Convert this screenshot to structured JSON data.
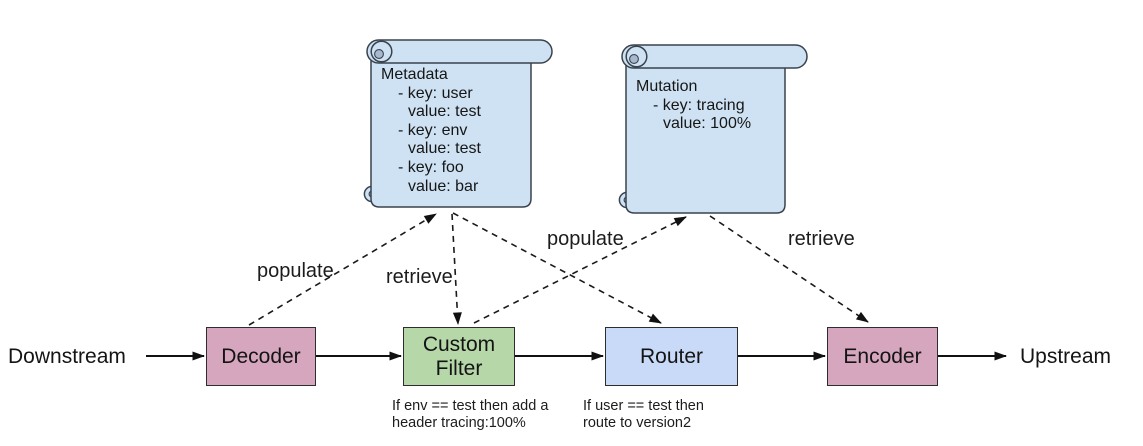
{
  "flow": {
    "downstream_label": "Downstream",
    "upstream_label": "Upstream",
    "nodes": [
      {
        "label": "Decoder",
        "color": "#d5a6bd"
      },
      {
        "label": "Custom Filter",
        "color": "#b6d7a8",
        "caption_lines": [
          "If env == test then add a",
          "header tracing:100%"
        ]
      },
      {
        "label": "Router",
        "color": "#c9daf8",
        "caption_lines": [
          "If user == test then",
          "route to version2"
        ]
      },
      {
        "label": "Encoder",
        "color": "#d5a6bd"
      }
    ]
  },
  "scrolls": [
    {
      "title": "Metadata",
      "color": "#cfe2f3",
      "lines": [
        "Metadata",
        "- key: user",
        "value: test",
        "- key: env",
        "value: test",
        "- key: foo",
        "value: bar"
      ]
    },
    {
      "title": "Mutation",
      "color": "#cfe2f3",
      "lines": [
        "Mutation",
        "- key: tracing",
        "value: 100%"
      ]
    }
  ],
  "edges": [
    {
      "from": "Decoder",
      "to": "Metadata",
      "label": "populate"
    },
    {
      "from": "Metadata",
      "to": "Custom Filter",
      "label": "retrieve"
    },
    {
      "from": "Custom Filter",
      "to": "Mutation",
      "label": "populate"
    },
    {
      "from": "Metadata",
      "to": "Router",
      "label": ""
    },
    {
      "from": "Mutation",
      "to": "Encoder",
      "label": "retrieve"
    }
  ],
  "colors": {
    "node_pink": "#d5a6bd",
    "node_green": "#b6d7a8",
    "node_blue": "#c9daf8",
    "scroll_blue": "#cfe2f3",
    "scroll_shade": "#a8b9cf",
    "line": "#1a1a1a"
  }
}
